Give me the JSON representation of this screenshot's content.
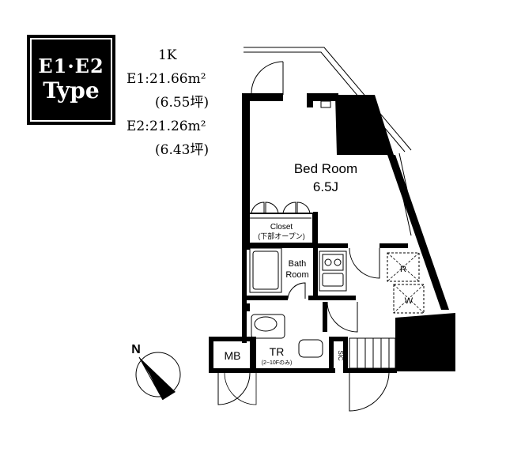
{
  "type_label": {
    "line1": "E1·E2",
    "line2": "Type"
  },
  "info": {
    "layout": "1K",
    "e1_area": "E1:21.66m²",
    "e1_tsubo": "(6.55坪)",
    "e2_area": "E2:21.26m²",
    "e2_tsubo": "(6.43坪)"
  },
  "rooms": {
    "bedroom_name": "Bed Room",
    "bedroom_size": "6.5J",
    "closet_name": "Closet",
    "closet_note": "(下部オープン)",
    "bath_line1": "Bath",
    "bath_line2": "Room",
    "refrigerator": "R",
    "washer": "W",
    "mb": "MB",
    "tr": "TR",
    "tr_note": "(2~10Fのみ)",
    "sic": "SIC"
  },
  "compass": {
    "north": "N"
  }
}
